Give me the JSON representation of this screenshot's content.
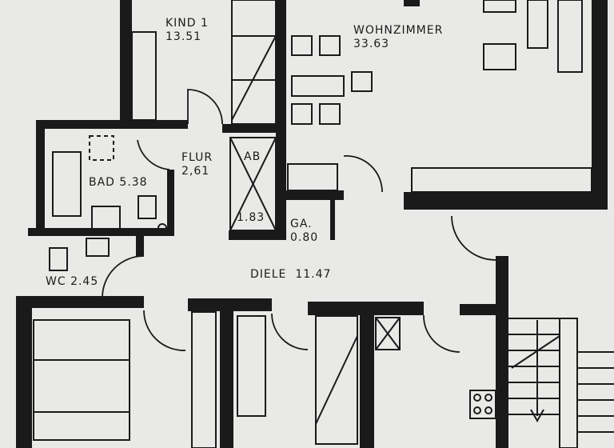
{
  "rooms": [
    {
      "name": "KIND 1",
      "area": "13.51"
    },
    {
      "name": "WOHNZIMMER",
      "area": "33.63"
    },
    {
      "name": "FLUR",
      "area": "2,61"
    },
    {
      "name": "BAD",
      "area": "5.38"
    },
    {
      "name": "AB",
      "area": "1.83"
    },
    {
      "name": "GA.",
      "area": "0.80"
    },
    {
      "name": "DIELE",
      "area": "11.47"
    },
    {
      "name": "WC",
      "area": "2.45"
    }
  ],
  "colors": {
    "paper": "#e9e9e7",
    "wall": "#1a1a1a"
  }
}
